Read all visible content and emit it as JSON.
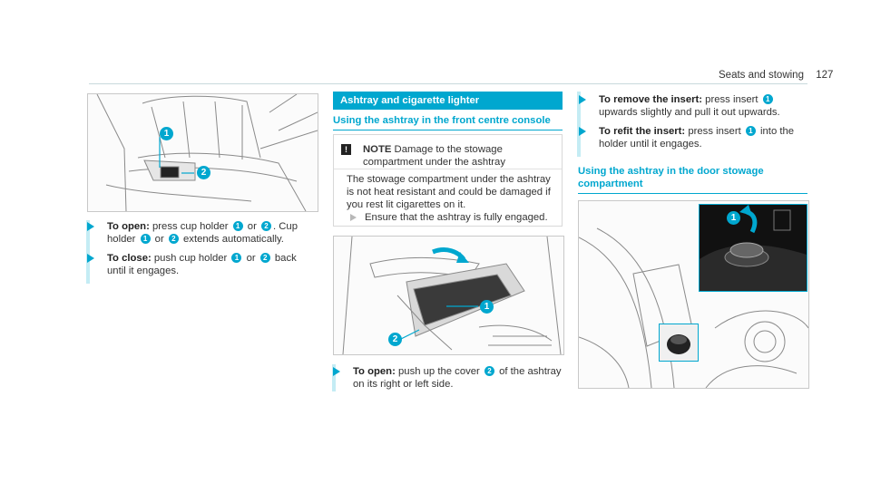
{
  "header": {
    "section": "Seats and stowing",
    "page_number": "127"
  },
  "left": {
    "callouts": [
      "1",
      "2"
    ],
    "open": {
      "label": "To open:",
      "text_a": " press cup holder ",
      "n1": "1",
      "or": " or ",
      "n2": "2",
      "text_b": ". Cup holder ",
      "n3": "1",
      "or2": " or ",
      "n4": "2",
      "text_c": " extends automatically."
    },
    "close": {
      "label": "To close:",
      "text_a": " push cup holder ",
      "n1": "1",
      "or": " or ",
      "n2": "2",
      "text_b": " back until it engages."
    }
  },
  "middle": {
    "section_title": "Ashtray and cigarette lighter",
    "subtitle": "Using the ashtray in the front centre console",
    "note": {
      "icon": "!",
      "label": "NOTE",
      "headline": " Damage to the stowage compartment under the ashtray",
      "body": "The stowage compartment under the ashtray is not heat resistant and could be damaged if you rest lit cigarettes on it.",
      "instruction": "Ensure that the ashtray is fully engaged."
    },
    "callouts": [
      "1",
      "2"
    ],
    "open": {
      "label": "To open:",
      "text_a": " push up the cover ",
      "n1": "2",
      "text_b": " of the ashtray on its right or left side."
    }
  },
  "right": {
    "remove": {
      "label": "To remove the insert:",
      "text_a": " press insert ",
      "n1": "1",
      "text_b": " upwards slightly and pull it out upwards."
    },
    "refit": {
      "label": "To refit the insert:",
      "text_a": " press insert ",
      "n1": "1",
      "text_b": " into the holder until it engages."
    },
    "subtitle": "Using the ashtray in the door stowage compartment",
    "callouts": [
      "1"
    ]
  },
  "colors": {
    "accent": "#00a7cf",
    "accent_light": "#c4ecf4",
    "text": "#333333"
  }
}
